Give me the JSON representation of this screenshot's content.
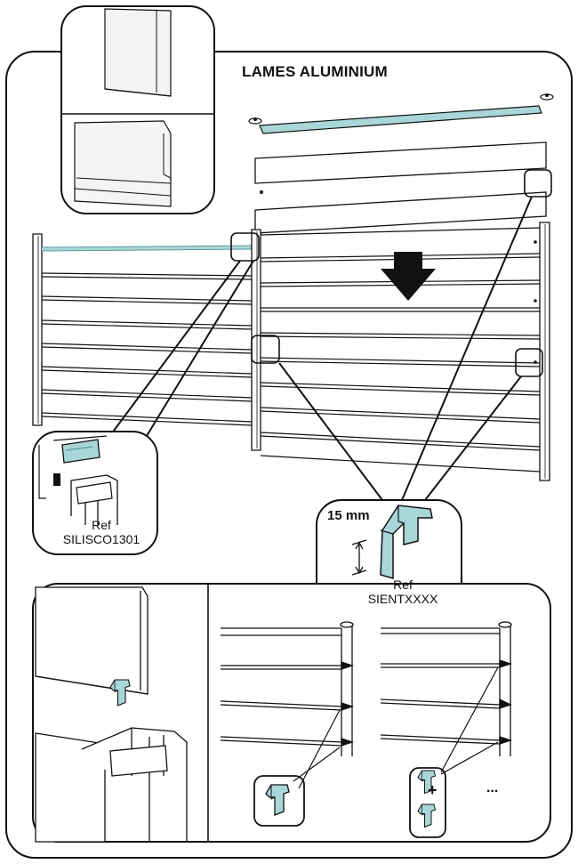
{
  "title": "LAMES ALUMINIUM",
  "thickness_label": "15 mm",
  "ref_word": "Ref",
  "ref_silisco": "SILISCO1301",
  "ref_sient": "SIENTXXXX",
  "ellipsis": "...",
  "plus": "+",
  "colors": {
    "line": "#111111",
    "accent": "#a9d6d8",
    "accent_dark": "#5a9ea2",
    "panel": "#ffffff"
  },
  "icons": [
    "down-arrow-icon",
    "clip-icon",
    "dimension-arrow-icon"
  ]
}
